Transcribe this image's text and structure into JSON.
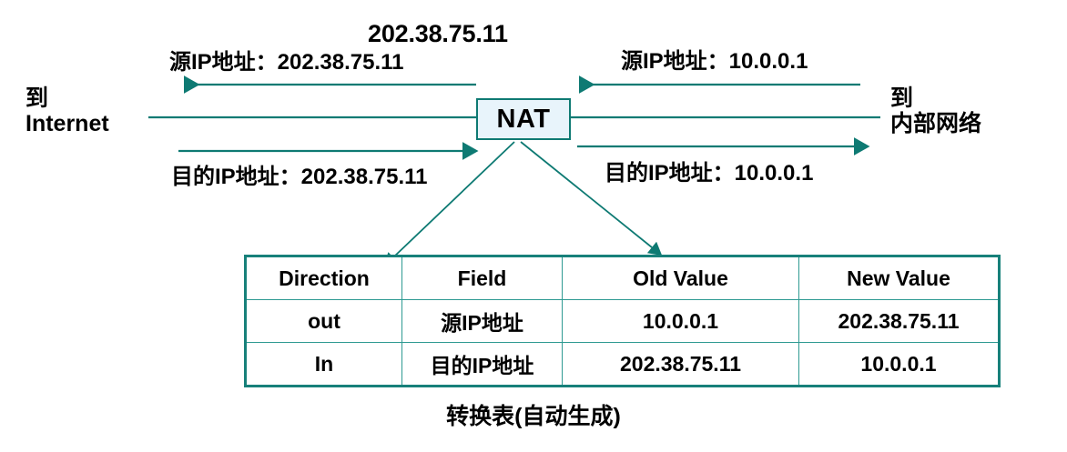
{
  "diagram": {
    "public_address": "202.38.75.11",
    "node": {
      "label": "NAT",
      "fill_color": "#e8f4fb",
      "border_color": "#0e7a73"
    },
    "line_color": "#0e7a73",
    "endpoints": {
      "left": {
        "line1": "到",
        "line2": "Internet"
      },
      "right": {
        "line1": "到",
        "line2": "内部网络"
      }
    },
    "flows": [
      {
        "id": "outbound-source-rewritten",
        "label": "源IP地址：202.38.75.11",
        "direction": "left",
        "side": "internet"
      },
      {
        "id": "inbound-source-original",
        "label": "源IP地址：10.0.0.1",
        "direction": "left",
        "side": "internal"
      },
      {
        "id": "outbound-destination",
        "label": "目的IP地址：202.38.75.11",
        "direction": "right",
        "side": "internet"
      },
      {
        "id": "inbound-destination-rewritten",
        "label": "目的IP地址：10.0.0.1",
        "direction": "right",
        "side": "internal"
      }
    ]
  },
  "table": {
    "caption": "转换表(自动生成)",
    "border_color": "#17807a",
    "columns": [
      "Direction",
      "Field",
      "Old Value",
      "New Value"
    ],
    "rows": [
      {
        "direction": "out",
        "field": "源IP地址",
        "old_value": "10.0.0.1",
        "new_value": "202.38.75.11"
      },
      {
        "direction": "In",
        "field": "目的IP地址",
        "old_value": "202.38.75.11",
        "new_value": "10.0.0.1"
      }
    ]
  }
}
